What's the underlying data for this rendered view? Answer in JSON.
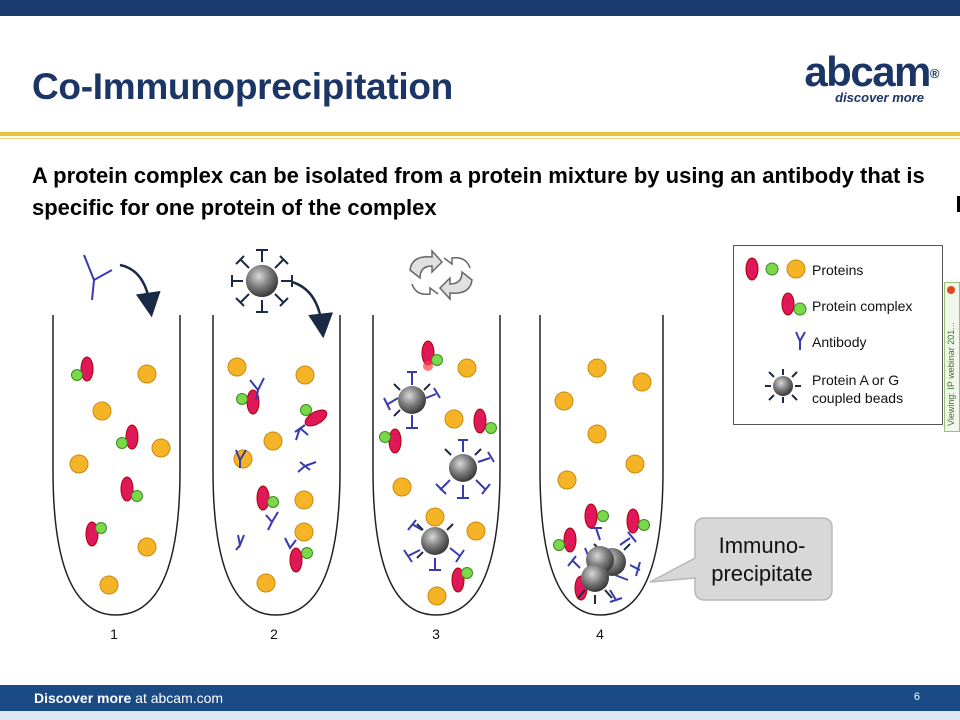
{
  "slide": {
    "title": "Co-Immunoprecipitation",
    "logo_word": "abcam",
    "logo_reg": "®",
    "logo_tagline": "discover more",
    "body_text": "A protein complex can be isolated from a protein mixture by using an antibody that is specific for one protein of the complex",
    "footer_bold": "Discover more",
    "footer_rest": " at abcam.com",
    "page_number": "6"
  },
  "legend": {
    "proteins": "Proteins",
    "complex": "Protein complex",
    "antibody": "Antibody",
    "beads_line1": "Protein A or G",
    "beads_line2": "coupled beads"
  },
  "callout": {
    "line1": "Immuno-",
    "line2": "precipitate"
  },
  "tubes": [
    {
      "number": "1"
    },
    {
      "number": "2"
    },
    {
      "number": "3"
    },
    {
      "number": "4"
    }
  ],
  "side_tab_text": "Viewing: IP webinar 201...",
  "colors": {
    "navy": "#1b3566",
    "gold": "#e8c23c",
    "protein_orange": "#f5b425",
    "protein_red": "#e0185a",
    "protein_green": "#7ad84a",
    "antibody_blue": "#3a3ab0",
    "bead_gray": "#7a7a7a"
  }
}
